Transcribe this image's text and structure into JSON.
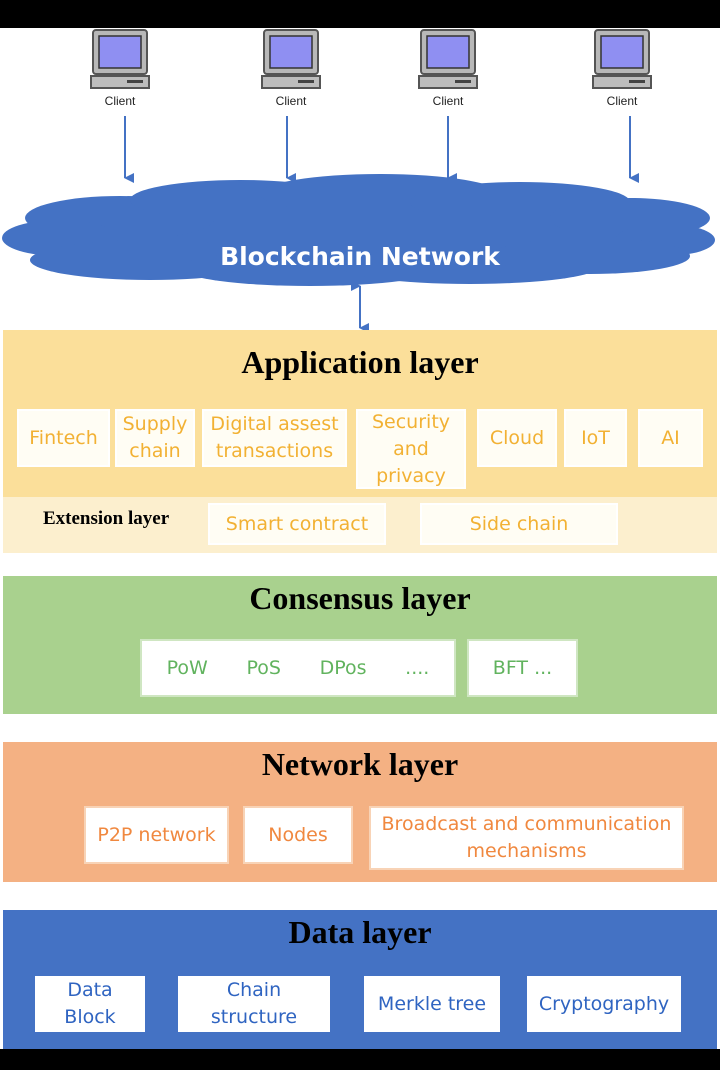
{
  "clients": [
    "Client",
    "Client",
    "Client",
    "Client"
  ],
  "cloud": {
    "label": "Blockchain Network",
    "color": "#4472c4"
  },
  "application_layer": {
    "title": "Application layer",
    "color": "#fbdf9a",
    "items": [
      "Fintech",
      "Supply chain",
      "Digital assest transactions",
      "Security and privacy",
      "Cloud",
      "IoT",
      "AI"
    ]
  },
  "extension_layer": {
    "title": "Extension layer",
    "color": "#fcefce",
    "items": [
      "Smart contract",
      "Side chain"
    ]
  },
  "consensus_layer": {
    "title": "Consensus layer",
    "color": "#a9d18e",
    "items": [
      "PoW",
      "PoS",
      "DPos",
      "....",
      "BFT ..."
    ]
  },
  "network_layer": {
    "title": "Network layer",
    "color": "#f4b183",
    "items": [
      "P2P network",
      "Nodes",
      "Broadcast and communication mechanisms"
    ]
  },
  "data_layer": {
    "title": "Data layer",
    "color": "#4472c4",
    "items": [
      "Data Block",
      "Chain structure",
      "Merkle tree",
      "Cryptography"
    ]
  }
}
